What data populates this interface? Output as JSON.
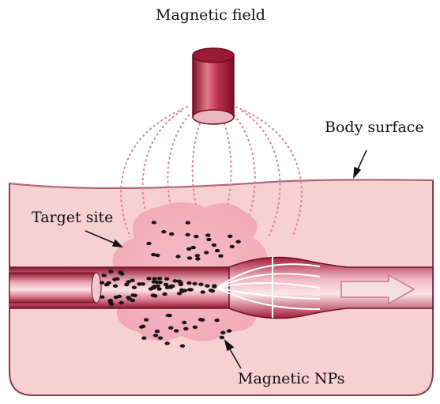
{
  "labels": {
    "magnetic_field": "Magnetic field",
    "body_surface": "Body surface",
    "target_site": "Target site",
    "magnetic_nps": "Magnetic NPs"
  },
  "colors": {
    "tissue_fill": "#f7d0d3",
    "tissue_outline": "#8c3a44",
    "target_region": "#f2aebb",
    "vessel_dark": "#a31c3a",
    "vessel_light": "#f2b8c2",
    "magnet": "#b01e40",
    "field_lines": "#d9869a",
    "particles": "#1a1416",
    "arrow": "#f6dede"
  },
  "icons": {
    "magnet": "cylinder-magnet-icon",
    "flow": "flow-arrow-icon"
  }
}
